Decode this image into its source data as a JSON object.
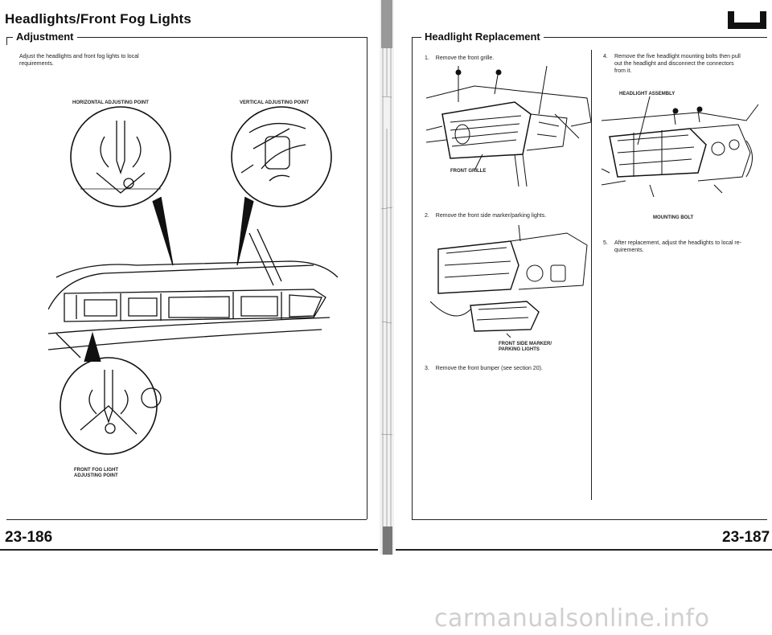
{
  "left_page": {
    "title": "Headlights/Front Fog Lights",
    "section": "Adjustment",
    "intro": [
      "Adjust the headlights and front fog lights to local",
      "requirements."
    ],
    "labels": {
      "horizontal": "HORIZONTAL ADJUSTING POINT",
      "vertical": "VERTICAL ADJUSTING POINT",
      "fog_line1": "FRONT FOG LIGHT",
      "fog_line2": "ADJUSTING POINT"
    },
    "page_number": "23-186"
  },
  "right_page": {
    "section": "Headlight Replacement",
    "steps": [
      {
        "num": "1.",
        "lines": [
          "Remove the front grille."
        ]
      },
      {
        "num": "2.",
        "lines": [
          "Remove the front side marker/parking lights."
        ]
      },
      {
        "num": "3.",
        "lines": [
          "Remove the front bumper (see section 20)."
        ]
      },
      {
        "num": "4.",
        "lines": [
          "Remove the five headlight mounting bolts then pull",
          "out the headlight and disconnect the connectors",
          "from it."
        ]
      },
      {
        "num": "5.",
        "lines": [
          "After replacement, adjust the headlights to local re-",
          "quirements."
        ]
      }
    ],
    "labels": {
      "front_grille": "FRONT GRILLE",
      "marker_line1": "FRONT SIDE MARKER/",
      "marker_line2": "PARKING LIGHTS",
      "headlight_assembly": "HEADLIGHT ASSEMBLY",
      "mounting_bolt": "MOUNTING BOLT"
    },
    "page_number": "23-187"
  },
  "footer": {
    "watermark": "carmanualsonline.info"
  },
  "colors": {
    "ink": "#111111",
    "watermark": "#cfcfcf"
  }
}
